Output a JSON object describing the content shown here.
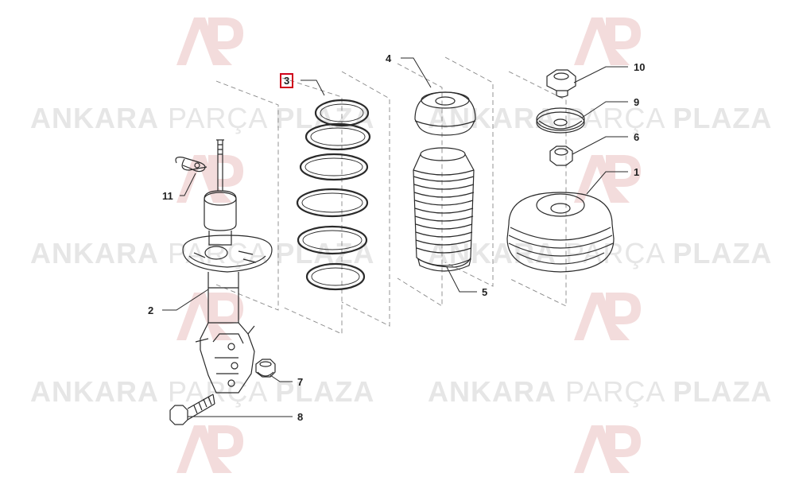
{
  "watermark": {
    "brand_bold": "ANKARA",
    "brand_light": "PARÇA",
    "brand_bold2": "PLAZA",
    "logo_color": "#f3dcdc",
    "text_color": "#e6e6e6"
  },
  "callouts": [
    {
      "id": "1",
      "label": "1"
    },
    {
      "id": "2",
      "label": "2"
    },
    {
      "id": "3",
      "label": "3",
      "highlighted": true
    },
    {
      "id": "4",
      "label": "4"
    },
    {
      "id": "5",
      "label": "5"
    },
    {
      "id": "6",
      "label": "6"
    },
    {
      "id": "7",
      "label": "7"
    },
    {
      "id": "8",
      "label": "8"
    },
    {
      "id": "9",
      "label": "9"
    },
    {
      "id": "10",
      "label": "10"
    },
    {
      "id": "11",
      "label": "11"
    }
  ],
  "colors": {
    "line": "#2a2a2a",
    "highlight": "#d0021b"
  }
}
